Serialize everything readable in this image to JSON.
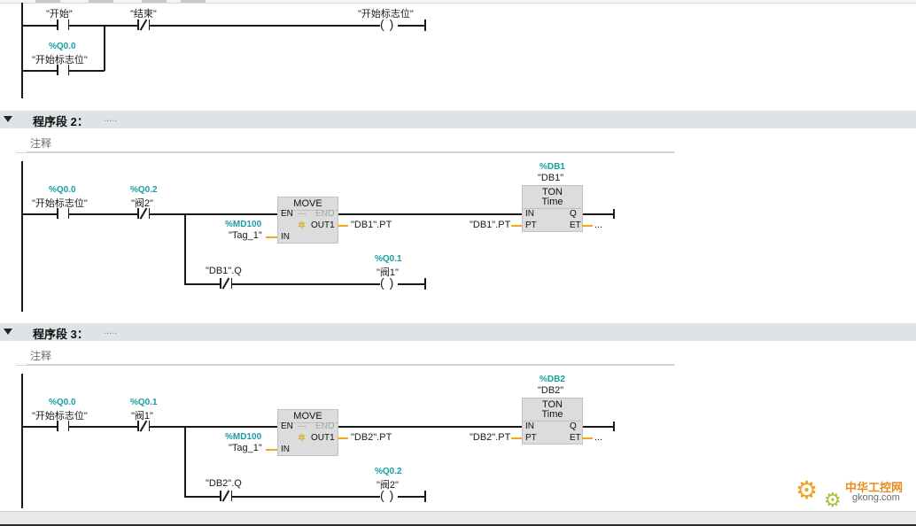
{
  "network1": {
    "c1_label": "\"开始\"",
    "c2_label": "\"结束\"",
    "coil_label": "\"开始标志位\"",
    "branch_addr": "%Q0.0",
    "branch_label": "\"开始标志位\""
  },
  "network2": {
    "title": "程序段 2：",
    "dots": ".....",
    "comment": "注释",
    "c1_addr": "%Q0.0",
    "c1_label": "\"开始标志位\"",
    "c2_addr": "%Q0.2",
    "c2_label": "\"阀2\"",
    "move": {
      "title": "MOVE",
      "en": "EN",
      "eno": "ENO",
      "out1": "OUT1",
      "in": "IN",
      "in_addr": "%MD100",
      "in_label": "\"Tag_1\"",
      "out_label": "\"DB1\".PT"
    },
    "timer": {
      "db_addr": "%DB1",
      "db_label": "\"DB1\"",
      "type": "TON",
      "subtype": "Time",
      "in": "IN",
      "pt": "PT",
      "q": "Q",
      "et": "ET",
      "pt_label": "\"DB1\".PT",
      "et_label": "..."
    },
    "branch_contact_label": "\"DB1\".Q",
    "coil_addr": "%Q0.1",
    "coil_label": "\"阀1\""
  },
  "network3": {
    "title": "程序段 3：",
    "dots": ".....",
    "comment": "注释",
    "c1_addr": "%Q0.0",
    "c1_label": "\"开始标志位\"",
    "c2_addr": "%Q0.1",
    "c2_label": "\"阀1\"",
    "move": {
      "title": "MOVE",
      "en": "EN",
      "eno": "ENO",
      "out1": "OUT1",
      "in": "IN",
      "in_addr": "%MD100",
      "in_label": "\"Tag_1\"",
      "out_label": "\"DB2\".PT"
    },
    "timer": {
      "db_addr": "%DB2",
      "db_label": "\"DB2\"",
      "type": "TON",
      "subtype": "Time",
      "in": "IN",
      "pt": "PT",
      "q": "Q",
      "et": "ET",
      "pt_label": "\"DB2\".PT",
      "et_label": "..."
    },
    "branch_contact_label": "\"DB2\".Q",
    "coil_addr": "%Q0.2",
    "coil_label": "\"阀2\""
  },
  "watermark": {
    "cn": "中华工控网",
    "url": "gkong.com"
  }
}
